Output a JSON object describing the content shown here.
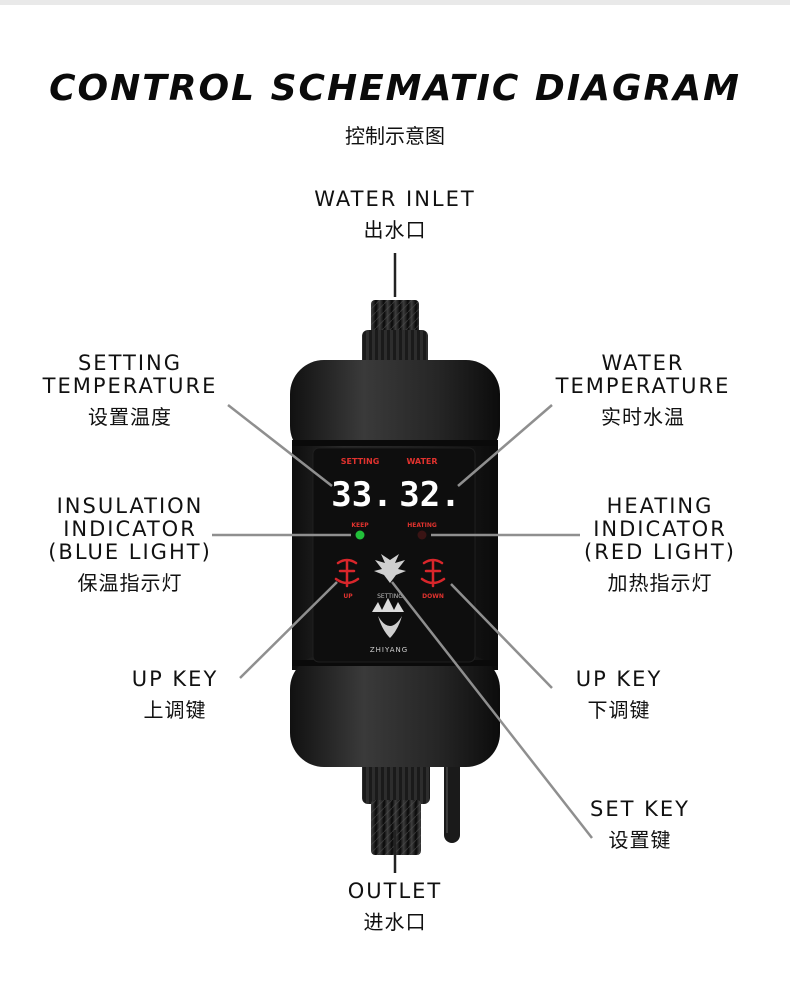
{
  "title": "CONTROL SCHEMATIC DIAGRAM",
  "subtitle": "控制示意图",
  "labels": {
    "water_inlet": {
      "en": "WATER INLET",
      "cn": "出水口"
    },
    "setting_temperature": {
      "en": "SETTING\nTEMPERATURE",
      "cn": "设置温度"
    },
    "water_temperature": {
      "en": "WATER\nTEMPERATURE",
      "cn": "实时水温"
    },
    "insulation_indicator": {
      "en": "INSULATION\nINDICATOR\n(BLUE LIGHT)",
      "cn": "保温指示灯"
    },
    "heating_indicator": {
      "en": "HEATING\nINDICATOR\n(RED LIGHT)",
      "cn": "加热指示灯"
    },
    "up_key": {
      "en": "UP KEY",
      "cn": "上调键"
    },
    "down_key": {
      "en": "UP KEY",
      "cn": "下调键"
    },
    "set_key": {
      "en": "SET KEY",
      "cn": "设置键"
    },
    "outlet": {
      "en": "OUTLET",
      "cn": "进水口"
    }
  },
  "device": {
    "setting_label": "SETTING",
    "water_label": "WATER",
    "setting_value": "33.",
    "water_value": "32.",
    "keep_label": "KEEP",
    "heating_label": "HEATING",
    "up_label": "UP",
    "setting_key_label": "SETTING",
    "down_label": "DOWN",
    "brand": "ZHIYANG",
    "colors": {
      "body": "#1c1c1c",
      "display_digits": "#ffffff",
      "keep_led": "#22c03a",
      "heating_led": "#3a1414",
      "key_red": "#d9262b",
      "small_label_red": "#e0322e"
    }
  }
}
